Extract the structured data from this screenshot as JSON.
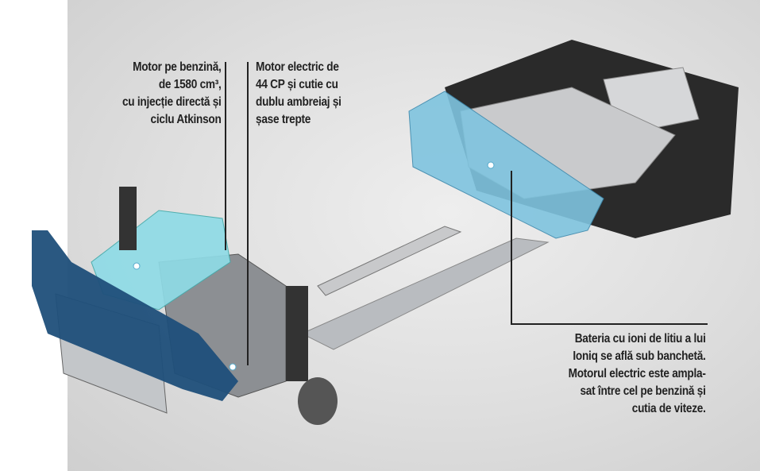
{
  "captions": {
    "petrol_engine": [
      "Motor pe benzină,",
      "de 1580 cm³,",
      "cu injecție directă și",
      "ciclu Atkinson"
    ],
    "electric_motor": [
      "Motor electric de",
      "44 CP și cutie cu",
      "dublu ambreiaj și",
      "șase trepte"
    ],
    "battery": [
      "Bateria cu ioni de litiu a lui",
      "Ioniq se află sub banchetă.",
      "Motorul electric este ampla-",
      "sat între cel pe benzină și",
      "cutia de viteze."
    ]
  },
  "colors": {
    "highlight": "#7fd3e8",
    "frame_blue": "#1f4f7a",
    "leader": "#222222"
  }
}
